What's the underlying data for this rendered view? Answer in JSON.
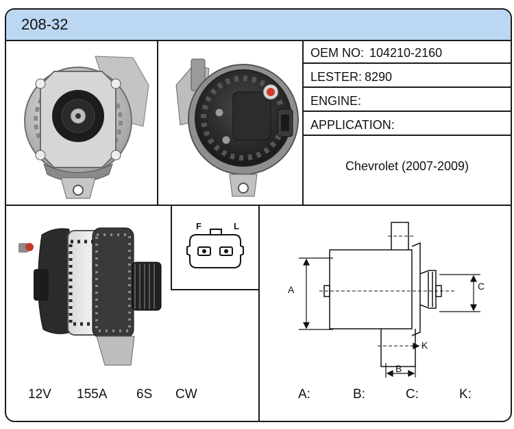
{
  "header": {
    "title": "208-32"
  },
  "specs": {
    "oem_label": "OEM NO:",
    "oem_value": "104210-2160",
    "lester_label": "LESTER:",
    "lester_value": "8290",
    "engine_label": "ENGINE:",
    "engine_value": "",
    "application_label": "APPLICATION:",
    "application_value": "Chevrolet (2007-2009)"
  },
  "ratings": {
    "voltage": "12V",
    "amperage": "155A",
    "pulley": "6S",
    "rotation": "CW"
  },
  "plug": {
    "left_label": "F",
    "right_label": "L"
  },
  "dimensions": {
    "labels": {
      "a": "A",
      "b": "B",
      "c": "C",
      "k": "K"
    },
    "fields": [
      {
        "label": "A:",
        "value": ""
      },
      {
        "label": "B:",
        "value": ""
      },
      {
        "label": "C:",
        "value": ""
      },
      {
        "label": "K:",
        "value": ""
      }
    ]
  },
  "colors": {
    "header_bg": "#bcd7f2",
    "border": "#1a1a1a"
  }
}
